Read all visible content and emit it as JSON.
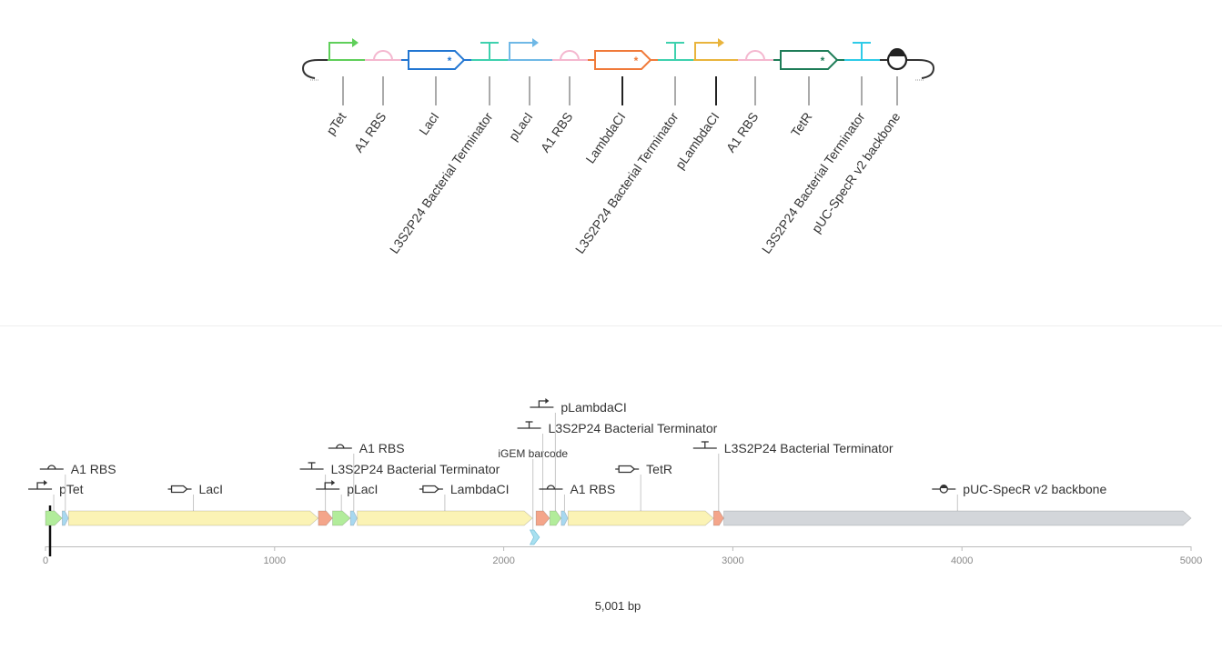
{
  "design": {
    "parts": [
      {
        "label": "pTet",
        "type": "promoter",
        "color": "#5fcf5a"
      },
      {
        "label": "A1 RBS",
        "type": "rbs",
        "color": "#f4b7cf"
      },
      {
        "label": "LacI",
        "type": "cds",
        "color": "#2276d2"
      },
      {
        "label": "L3S2P24 Bacterial Terminator",
        "type": "terminator",
        "color": "#3ed1ae"
      },
      {
        "label": "pLacI",
        "type": "promoter",
        "color": "#6fb8e6"
      },
      {
        "label": "A1 RBS",
        "type": "rbs",
        "color": "#f4b7cf"
      },
      {
        "label": "LambdaCI",
        "type": "cds",
        "color": "#f07a3a"
      },
      {
        "label": "L3S2P24 Bacterial Terminator",
        "type": "terminator",
        "color": "#3ed1ae"
      },
      {
        "label": "pLambdaCI",
        "type": "promoter",
        "color": "#e9b43c"
      },
      {
        "label": "A1 RBS",
        "type": "rbs",
        "color": "#f4b7cf"
      },
      {
        "label": "TetR",
        "type": "cds",
        "color": "#1e7d58"
      },
      {
        "label": "L3S2P24 Bacterial Terminator",
        "type": "terminator",
        "color": "#2ecbe8"
      },
      {
        "label": "pUC-SpecR v2 backbone",
        "type": "origin",
        "color": "#333333"
      }
    ]
  },
  "sequence": {
    "length_label": "5,001 bp",
    "axis": {
      "min": 0,
      "max": 5000,
      "ticks": [
        0,
        1000,
        2000,
        3000,
        4000,
        5000
      ]
    },
    "features": [
      {
        "label": "pTet",
        "start": 0,
        "end": 72,
        "kind": "arrow",
        "color": "#b2ec9b",
        "icon": "promoter",
        "row": 0
      },
      {
        "label": "A1 RBS",
        "start": 73,
        "end": 100,
        "kind": "arrow",
        "color": "#a8d8f0",
        "icon": "rbs",
        "row": 1
      },
      {
        "label": "LacI",
        "start": 101,
        "end": 1190,
        "kind": "arrow",
        "color": "#fbf3b5",
        "icon": "cds",
        "row": 0
      },
      {
        "label": "L3S2P24 Bacterial Terminator",
        "start": 1191,
        "end": 1252,
        "kind": "arrow",
        "color": "#f4a58a",
        "icon": "terminator",
        "row": 1
      },
      {
        "label": "pLacI",
        "start": 1253,
        "end": 1330,
        "kind": "arrow",
        "color": "#b2ec9b",
        "icon": "promoter",
        "row": 0
      },
      {
        "label": "A1 RBS",
        "start": 1331,
        "end": 1360,
        "kind": "arrow",
        "color": "#a8d8f0",
        "icon": "rbs",
        "row": 2
      },
      {
        "label": "LambdaCI",
        "start": 1361,
        "end": 2125,
        "kind": "arrow",
        "color": "#fbf3b5",
        "icon": "cds",
        "row": 0
      },
      {
        "label": "iGEM barcode",
        "start": 2115,
        "end": 2140,
        "kind": "below",
        "color": "#a8e0f0",
        "icon": "",
        "row": 3
      },
      {
        "label": "L3S2P24 Bacterial Terminator",
        "start": 2141,
        "end": 2200,
        "kind": "arrow",
        "color": "#f4a58a",
        "icon": "terminator",
        "row": 4
      },
      {
        "label": "pLambdaCI",
        "start": 2201,
        "end": 2250,
        "kind": "arrow",
        "color": "#b2ec9b",
        "icon": "promoter",
        "row": 5
      },
      {
        "label": "A1 RBS",
        "start": 2251,
        "end": 2280,
        "kind": "arrow",
        "color": "#a8d8f0",
        "icon": "rbs",
        "row": 0
      },
      {
        "label": "TetR",
        "start": 2281,
        "end": 2915,
        "kind": "arrow",
        "color": "#fbf3b5",
        "icon": "cds",
        "row": 1
      },
      {
        "label": "L3S2P24 Bacterial Terminator",
        "start": 2916,
        "end": 2960,
        "kind": "arrow",
        "color": "#f4a58a",
        "icon": "terminator",
        "row": 2
      },
      {
        "label": "pUC-SpecR v2 backbone",
        "start": 2961,
        "end": 5000,
        "kind": "arrow",
        "color": "#d3d6da",
        "icon": "origin",
        "row": 0
      }
    ]
  }
}
